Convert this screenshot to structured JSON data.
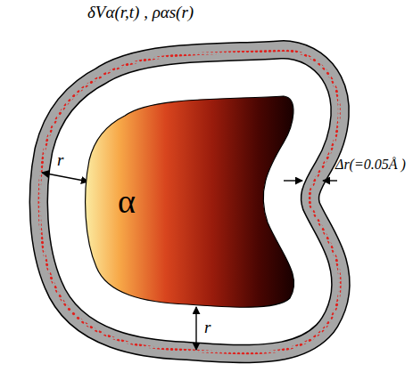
{
  "diagram": {
    "nodes": [
      {
        "text": [
          "α"
        ]
      }
    ],
    "labels": [
      "δVα(r,t) , ραs(r)",
      "r",
      "r",
      "Δr(=0.05Å )"
    ]
  }
}
